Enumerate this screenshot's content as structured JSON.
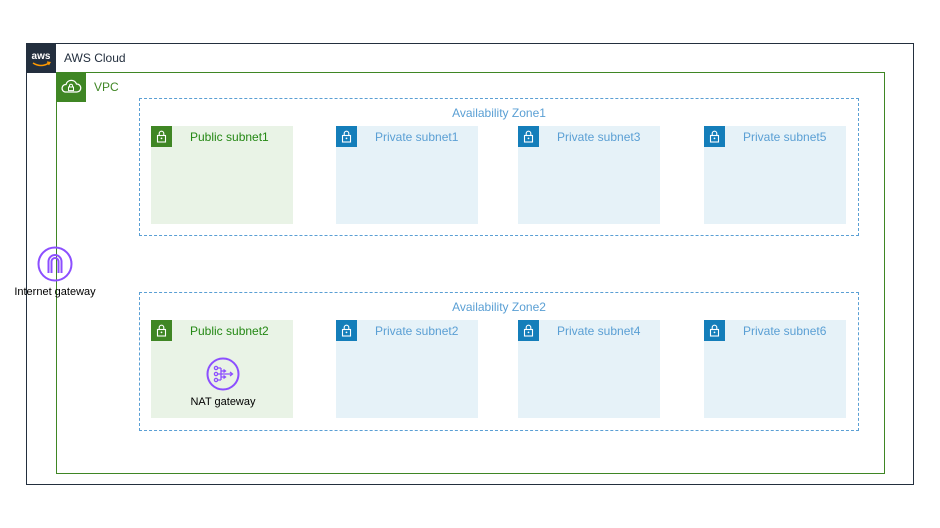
{
  "aws_cloud": {
    "label": "AWS Cloud",
    "logo_text": "aws",
    "color": "#232f3e"
  },
  "vpc": {
    "label": "VPC",
    "color": "#3f8624"
  },
  "zones": [
    {
      "label": "Availability Zone1"
    },
    {
      "label": "Availability Zone2"
    }
  ],
  "subnets": {
    "public1": "Public subnet1",
    "private1": "Private subnet1",
    "private3": "Private subnet3",
    "private5": "Private subnet5",
    "public2": "Public subnet2",
    "private2": "Private subnet2",
    "private4": "Private subnet4",
    "private6": "Private subnet6"
  },
  "internet_gateway": {
    "label": "Internet gateway",
    "icon": "internet-gateway-icon",
    "color": "#8c4fff"
  },
  "nat_gateway": {
    "label": "NAT gateway",
    "icon": "nat-gateway-icon",
    "color": "#8c4fff"
  },
  "colors": {
    "public_fill": "#e9f3e6",
    "public_accent": "#3f8624",
    "private_fill": "#e6f2f8",
    "private_accent": "#147eba",
    "zone_border": "#5a9fd4"
  }
}
